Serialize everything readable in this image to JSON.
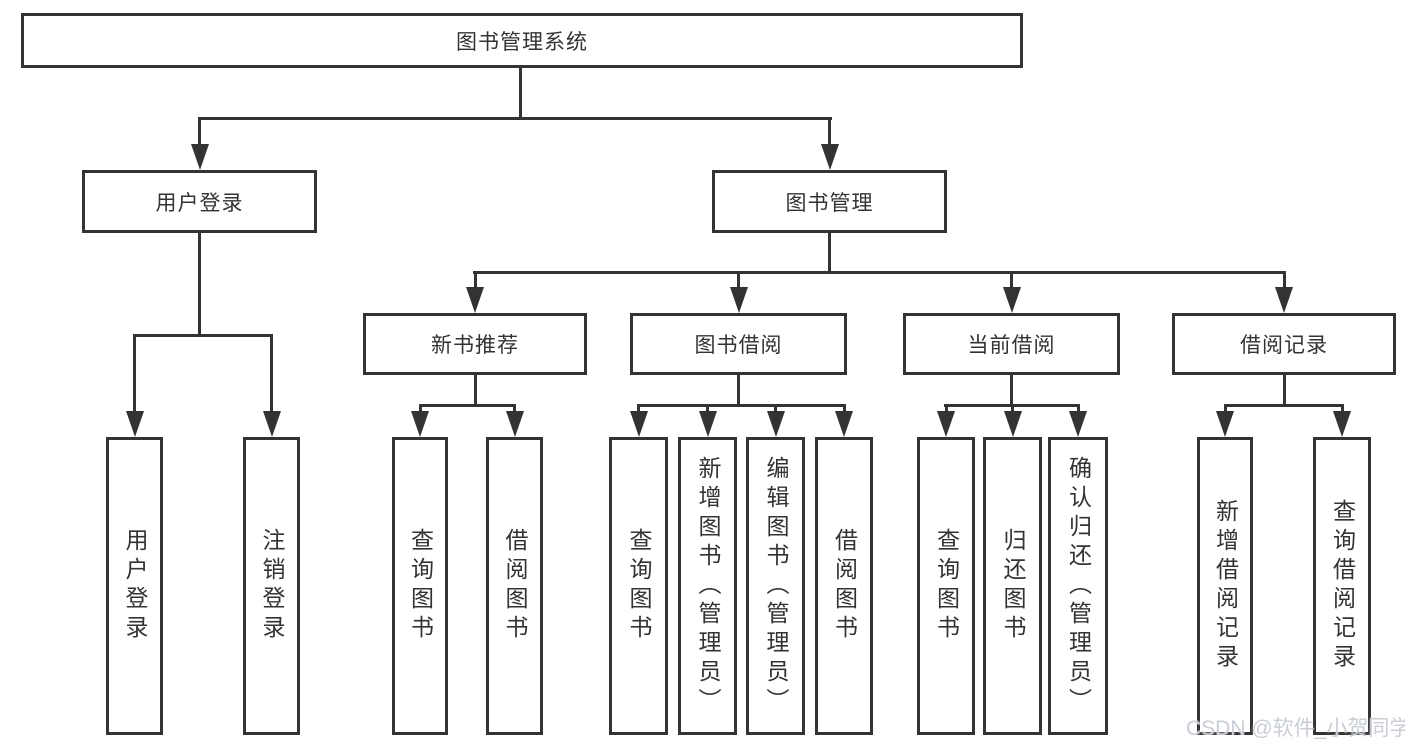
{
  "diagram": {
    "title": "图书管理系统",
    "level1": {
      "user_login": "用户登录",
      "book_management": "图书管理"
    },
    "level2": {
      "new_book_recommendation": "新书推荐",
      "book_borrowing": "图书借阅",
      "current_borrowing": "当前借阅",
      "borrowing_records": "借阅记录"
    },
    "leaves": {
      "user_login": "用户登录",
      "logout": "注销登录",
      "recommend_query_books": "查询图书",
      "recommend_borrow_books": "借阅图书",
      "borrow_query_books": "查询图书",
      "borrow_add_books": "新增图书（管理员）",
      "borrow_edit_books": "编辑图书（管理员）",
      "borrow_borrow_books": "借阅图书",
      "current_query_books": "查询图书",
      "current_return_books": "归还图书",
      "current_confirm_return": "确认归还（管理员）",
      "records_add_record": "新增借阅记录",
      "records_query_record": "查询借阅记录"
    }
  },
  "watermark": {
    "text": "CSDN @软件_小贺同学"
  },
  "colors": {
    "line": "#333333",
    "box_border": "#333333",
    "text": "#333333",
    "background": "#ffffff",
    "watermark": "#c9ced6"
  }
}
